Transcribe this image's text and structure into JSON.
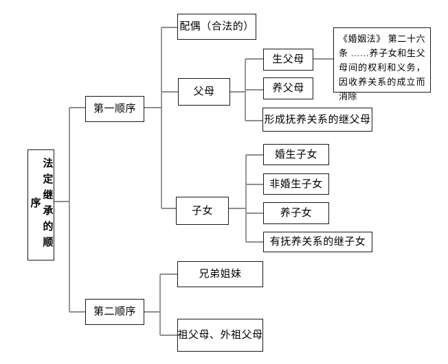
{
  "diagram_title": "法定继承的顺序",
  "nodes": {
    "root": "法定继承的顺序",
    "first_order": "第一顺序",
    "second_order": "第二顺序",
    "spouse": "配偶（合法的）",
    "parents": "父母",
    "children": "子女",
    "birth_parents": "生父母",
    "adoptive_parents": "养父母",
    "step_parents": "形成抚养关系的继父母",
    "marital_children": "婚生子女",
    "nonmarital_children": "非婚生子女",
    "adopted_children": "养子女",
    "step_children": "有抚养关系的继子女",
    "siblings": "兄弟姐妹",
    "grandparents": "祖父母、外祖父母",
    "law_note": "《婚姻法》 第二十六条  ……养子女和生父母间的权利和义务，因收养关系的成立而消除"
  },
  "colors": {
    "background": "#ffffff",
    "box_border": "#161616",
    "text": "#000000",
    "connector_horizontal": "#8c8c8c",
    "connector_vertical": "#2e2e2e"
  }
}
